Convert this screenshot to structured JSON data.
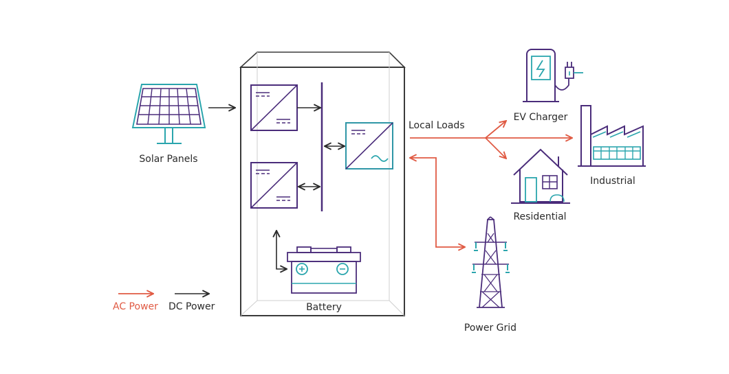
{
  "colors": {
    "ac": "#e05a43",
    "dc": "#2a2a2a",
    "purple": "#4a2c7a",
    "teal": "#2aa5ad",
    "box": "#3a3a3a",
    "light": "#bdbdbd"
  },
  "labels": {
    "solar_panels": "Solar Panels",
    "local_loads": "Local Loads",
    "ev_charger": "EV Charger",
    "industrial": "Industrial",
    "residential": "Residential",
    "power_grid": "Power Grid",
    "battery": "Battery"
  },
  "legend": {
    "ac_label": "AC Power",
    "dc_label": "DC Power"
  },
  "icons": {
    "solar": "solar-panel-icon",
    "converter": "dc-dc-converter-icon",
    "inverter": "inverter-icon",
    "battery": "battery-icon",
    "ev": "ev-charger-icon",
    "factory": "factory-icon",
    "house": "house-icon",
    "tower": "transmission-tower-icon"
  }
}
